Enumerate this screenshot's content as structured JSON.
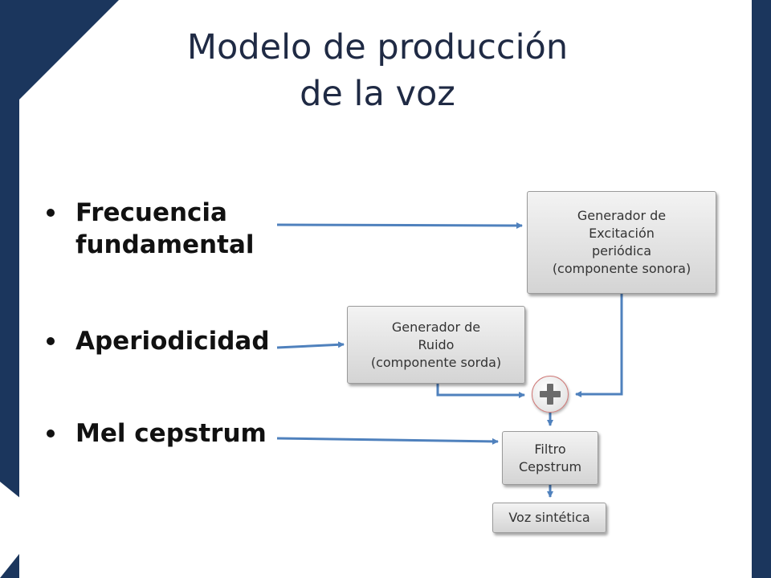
{
  "slide": {
    "title_line1": "Modelo de producción",
    "title_line2": "de la voz",
    "colors": {
      "frame": "#1b365d",
      "arrow": "#4f81bd",
      "adder_border": "#d07a78"
    }
  },
  "bullets": [
    {
      "line1": "Frecuencia",
      "line2": "fundamental"
    },
    {
      "line1": "Aperiodicidad"
    },
    {
      "line1": "Mel cepstrum"
    }
  ],
  "diagram": {
    "periodic_generator": {
      "line1": "Generador de",
      "line2": "Excitación",
      "line3": "periódica",
      "line4": "(componente sonora)"
    },
    "noise_generator": {
      "line1": "Generador de",
      "line2": "Ruido",
      "line3": "(componente sorda)"
    },
    "adder_icon": "plus-icon",
    "filter": {
      "line1": "Filtro",
      "line2": "Cepstrum"
    },
    "output": {
      "label": "Voz sintética"
    }
  }
}
